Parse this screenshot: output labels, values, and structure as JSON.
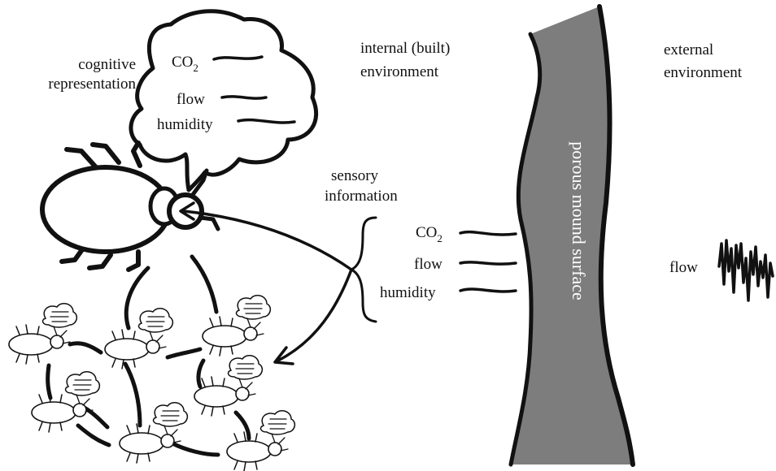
{
  "labels": {
    "cognitive_line1": "cognitive",
    "cognitive_line2": "representation",
    "internal_line1": "internal (built)",
    "internal_line2": "environment",
    "external_line1": "external",
    "external_line2": "environment",
    "sensory_line1": "sensory",
    "sensory_line2": "information",
    "mound_surface": "porous mound surface"
  },
  "thought_bubble": {
    "co2_main": "CO",
    "co2_sub": "2",
    "flow": "flow",
    "humidity": "humidity"
  },
  "interior_signals": {
    "co2_main": "CO",
    "co2_sub": "2",
    "flow": "flow",
    "humidity": "humidity"
  },
  "exterior_signal": {
    "flow": "flow"
  },
  "colors": {
    "mound_fill": "#7d7d7d",
    "ink": "#111111",
    "background": "#ffffff"
  }
}
